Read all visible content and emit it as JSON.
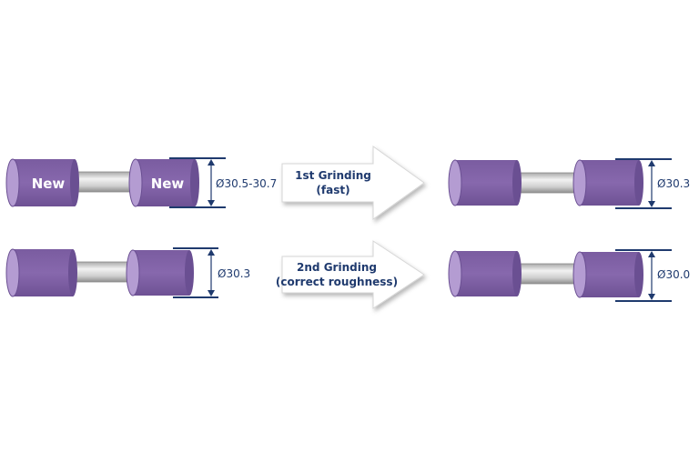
{
  "rows": [
    {
      "left_roller": {
        "label_left": "New",
        "label_right": "New"
      },
      "left_dimension": "Ø30.5-30.7",
      "step": {
        "line1": "1st Grinding",
        "line2": "(fast)"
      },
      "right_dimension": "Ø30.3"
    },
    {
      "left_dimension": "Ø30.3",
      "step": {
        "line1": "2nd Grinding",
        "line2": "(correct roughness)"
      },
      "right_dimension": "Ø30.0"
    }
  ],
  "colors": {
    "roller_body": "#8263a8",
    "roller_face": "#b39bd1",
    "roller_dark": "#5f4585",
    "shaft_light": "#e6e6e6",
    "shaft_dark": "#9a9a9a",
    "dimension": "#1f3a6e",
    "arrow_fill": "#ffffff",
    "arrow_stroke": "#cfcfcf"
  }
}
